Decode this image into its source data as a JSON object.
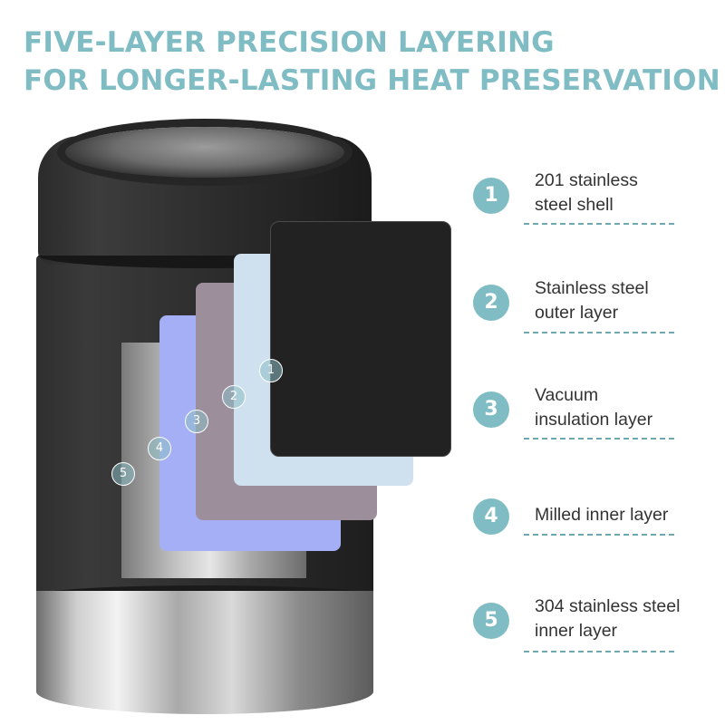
{
  "title": {
    "line1": "FIVE-LAYER PRECISION LAYERING",
    "line2": "FOR LONGER-LASTING HEAT PRESERVATION"
  },
  "colors": {
    "accent": "#7fbcc3",
    "layer1": "#222222",
    "layer2": "#cfe0ef",
    "layer3": "#9c8e9b",
    "layer4": "#a5aff6",
    "layer5": "#c4c4c4"
  },
  "layers": [
    {
      "number": "1",
      "line1": "201 stainless",
      "line2": "steel shell"
    },
    {
      "number": "2",
      "line1": "Stainless steel",
      "line2": "outer layer"
    },
    {
      "number": "3",
      "line1": "Vacuum",
      "line2": "insulation layer"
    },
    {
      "number": "4",
      "line1": "Milled inner layer",
      "line2": ""
    },
    {
      "number": "5",
      "line1": "304 stainless steel",
      "line2": "inner layer"
    }
  ]
}
